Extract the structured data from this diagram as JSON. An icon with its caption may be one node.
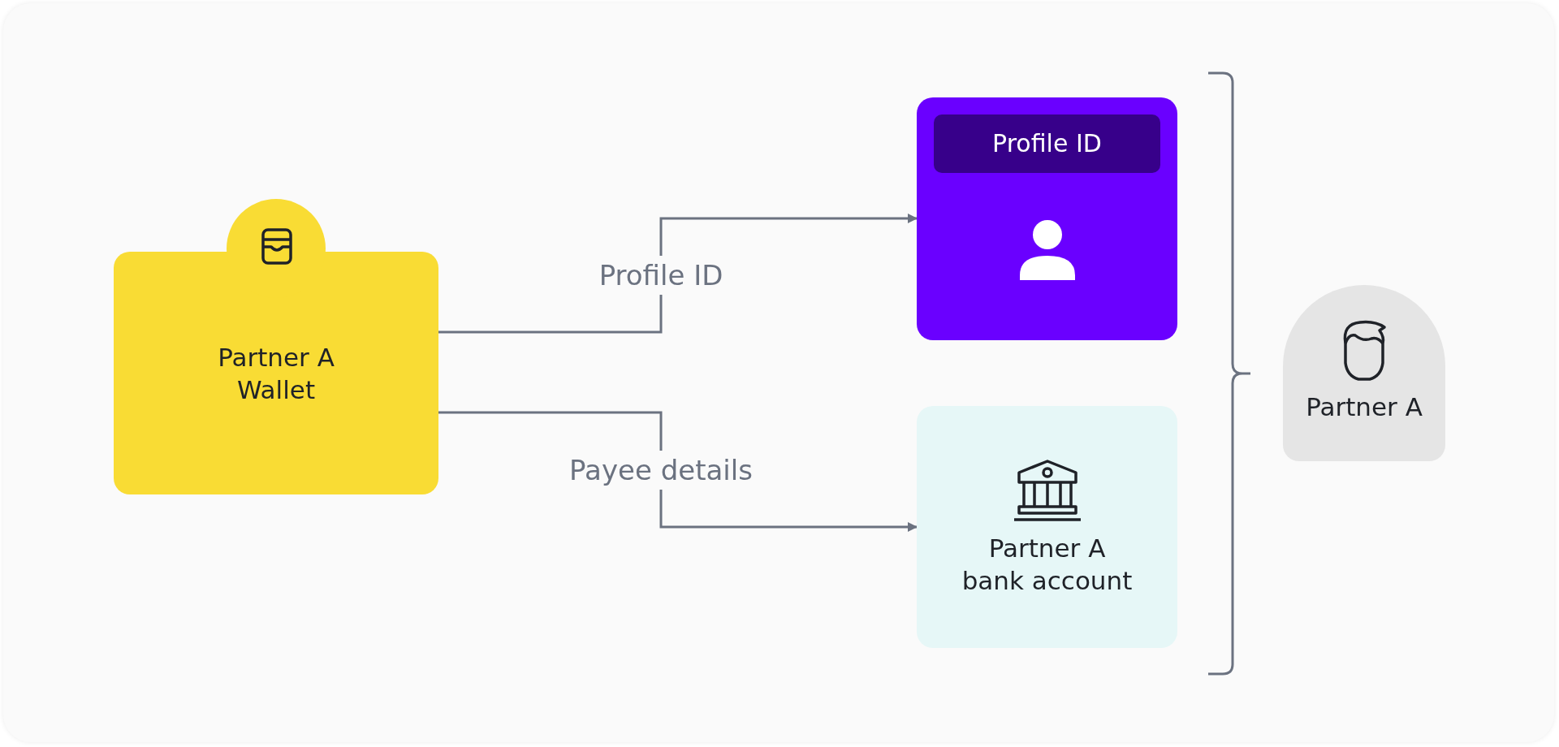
{
  "diagram": {
    "nodes": [
      {
        "text": [
          "Partner A Wallet"
        ]
      },
      {
        "text": [],
        "shape": "box"
      },
      {
        "text": [
          "Profile ID"
        ],
        "in": 1
      },
      {
        "text": [
          "Partner A bank account"
        ]
      },
      {
        "text": [
          "Partner A"
        ]
      }
    ],
    "edges": [
      {
        "from": 0,
        "to": 1,
        "arrow": "to",
        "label": "Profile ID"
      },
      {
        "from": 0,
        "to": 3,
        "arrow": "to",
        "label": "Payee details"
      }
    ]
  }
}
